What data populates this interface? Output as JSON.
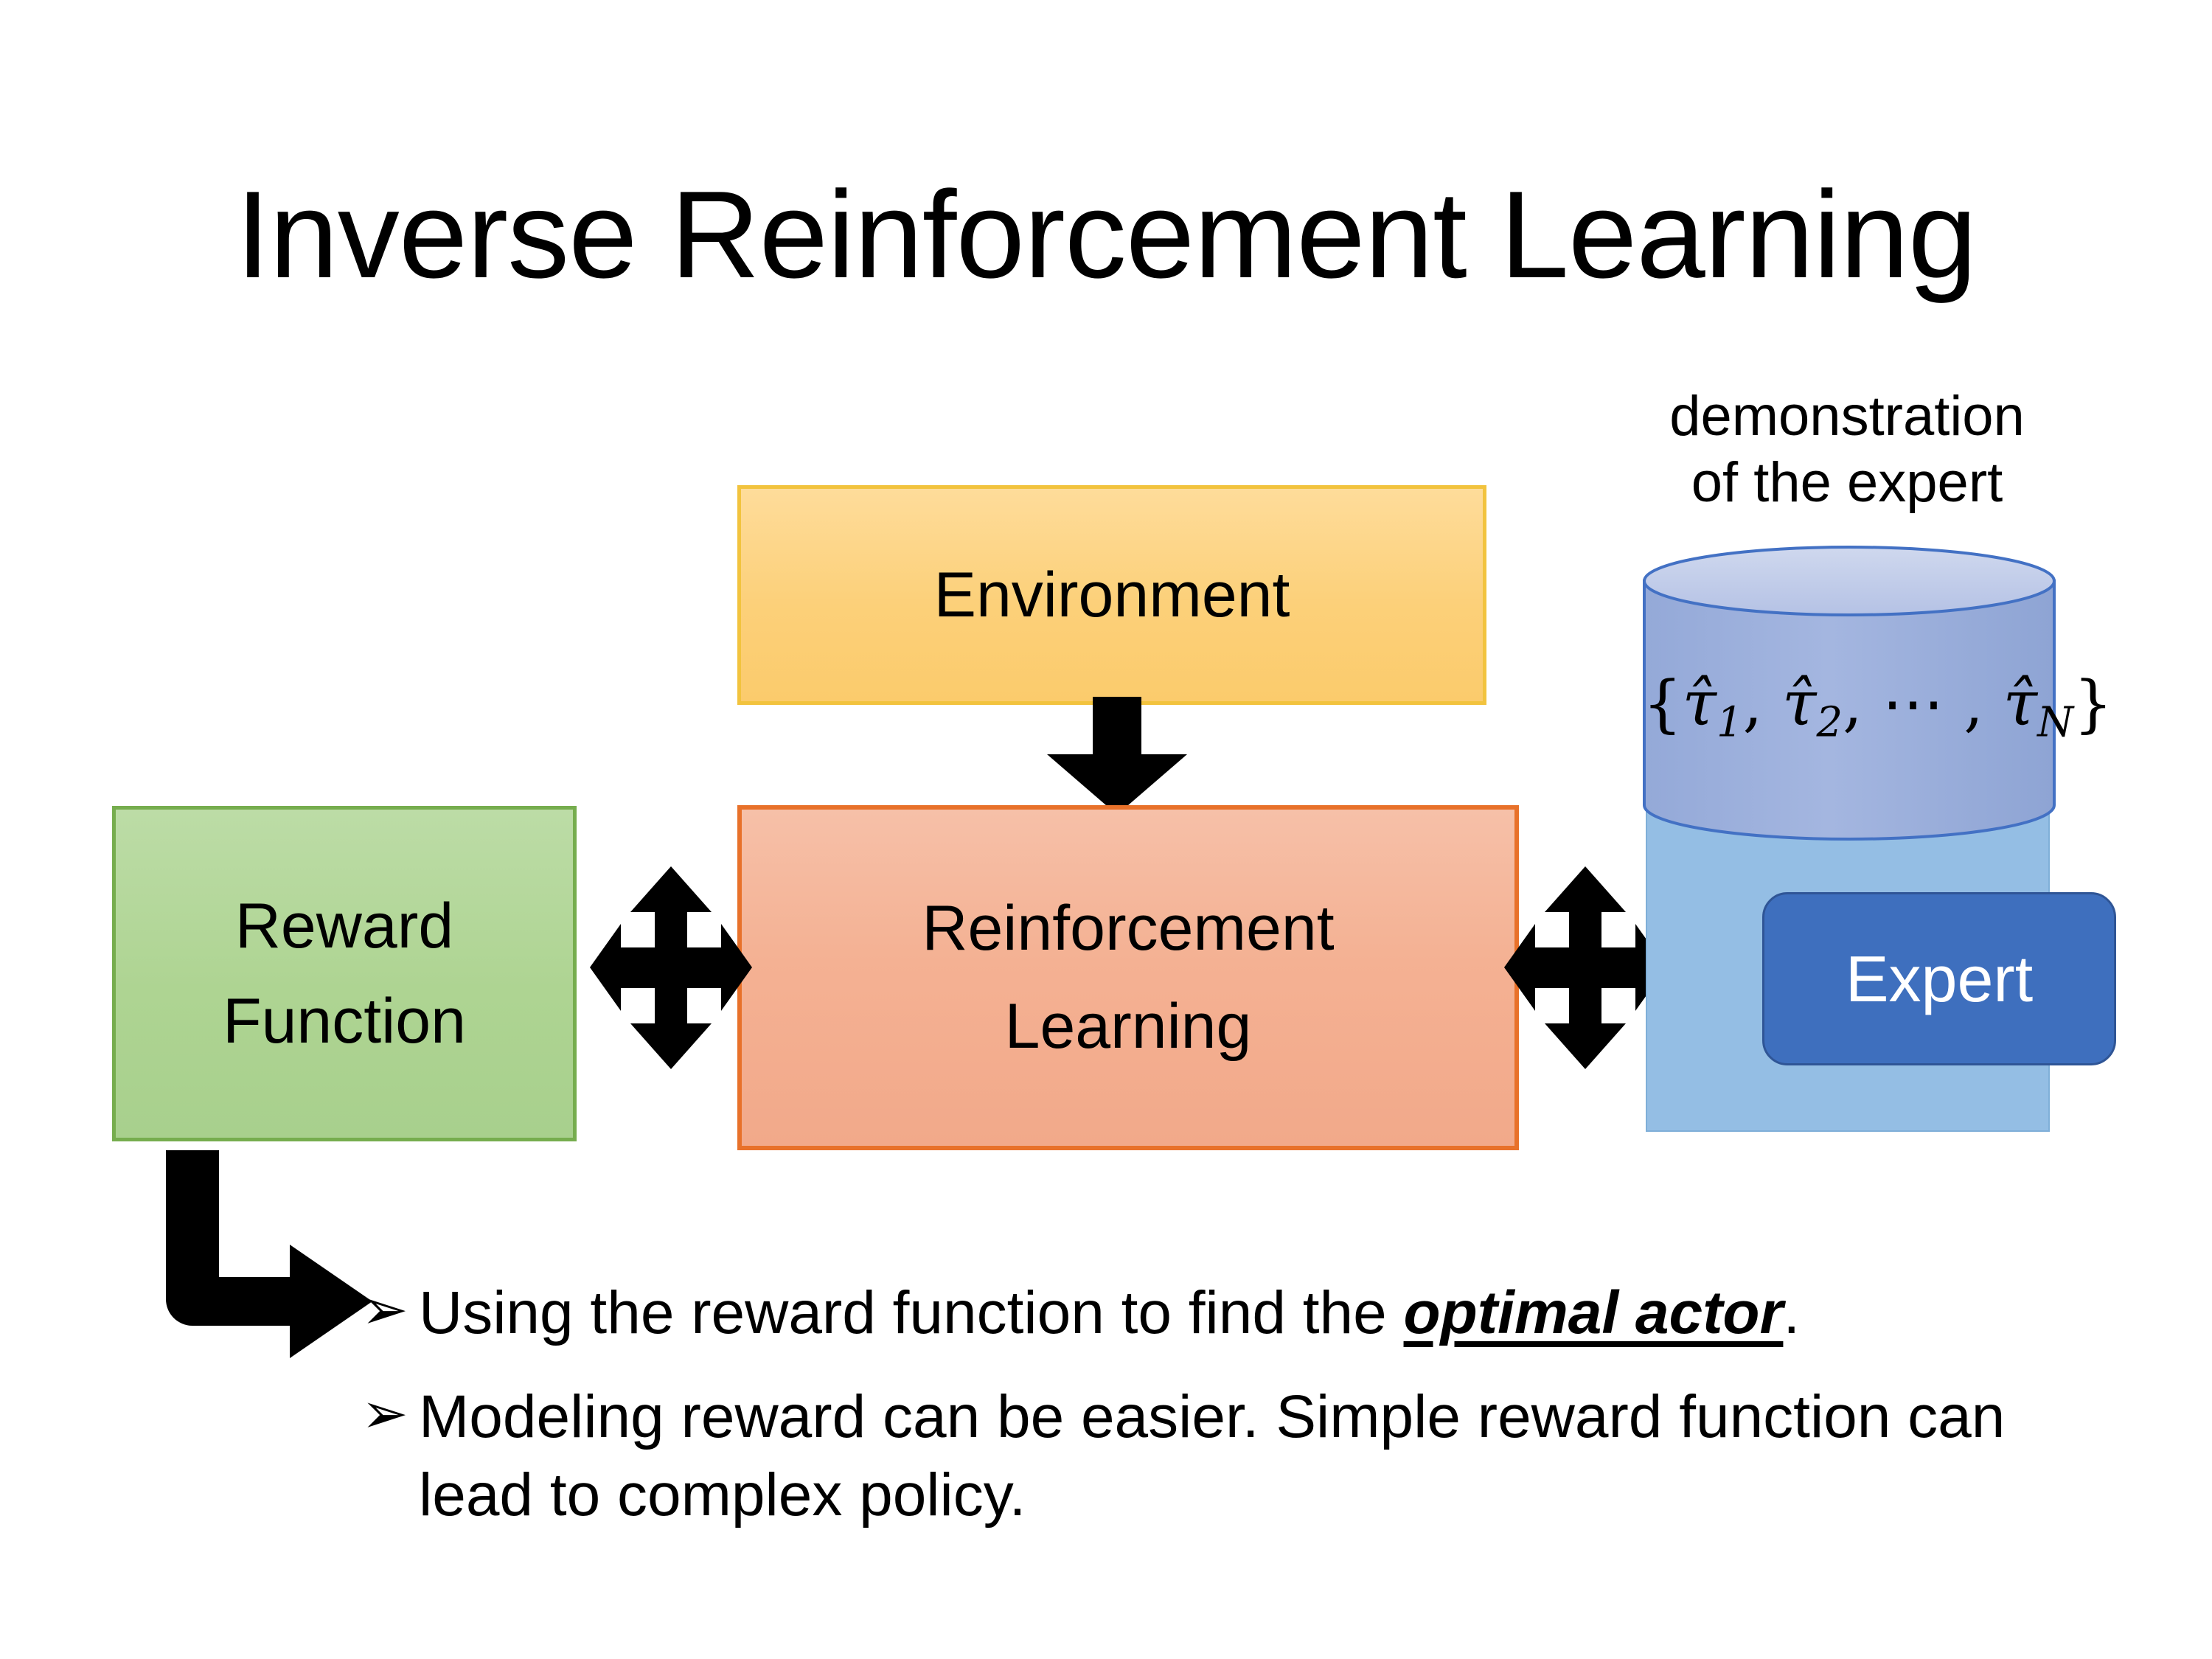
{
  "slide": {
    "title": "Inverse Reinforcement Learning",
    "background_color": "#FFFFFF"
  },
  "diagram": {
    "environment": {
      "label": "Environment",
      "fill_color": "#FCD079",
      "border_color": "#F2C33E"
    },
    "reinforcement_learning": {
      "line1": "Reinforcement",
      "line2": "Learning",
      "fill_color": "#F4B193",
      "border_color": "#E8712A"
    },
    "reward_function": {
      "line1": "Reward",
      "line2": "Function",
      "fill_color": "#AED492",
      "border_color": "#76AD4E"
    },
    "demonstration": {
      "caption_line1": "demonstration",
      "caption_line2": "of the expert",
      "cylinder_label_open": "{",
      "cylinder_label_tau1": "τ̂",
      "cylinder_label_sub1": "1",
      "cylinder_label_comma1": ", ",
      "cylinder_label_tau2": "τ̂",
      "cylinder_label_sub2": "2",
      "cylinder_label_dots": ", ⋯ , ",
      "cylinder_label_tauN": "τ̂",
      "cylinder_label_subN": "N",
      "cylinder_label_close": "}",
      "cylinder_fill_color": "#9BB0DC",
      "cylinder_top_color": "#C3CDEA",
      "cylinder_stroke_color": "#4371C4",
      "panel_fill_color": "#94BEE4"
    },
    "expert": {
      "label": "Expert",
      "fill_color": "#3E6FBE",
      "border_color": "#2F5596",
      "text_color": "#FFFFFF"
    },
    "arrows": {
      "environment_to_rl": "down-arrow",
      "reward_to_rl": "quad-arrow",
      "rl_to_expert": "quad-arrow",
      "reward_to_bullets": "elbow-arrow",
      "color": "#000000"
    }
  },
  "bullets": [
    {
      "marker": "➢",
      "text_before": "Using the reward function to find the ",
      "emphasis": "optimal actor",
      "text_after": "."
    },
    {
      "marker": "➢",
      "text_before": "Modeling reward can be easier. Simple reward function can lead to complex policy.",
      "emphasis": "",
      "text_after": ""
    }
  ]
}
